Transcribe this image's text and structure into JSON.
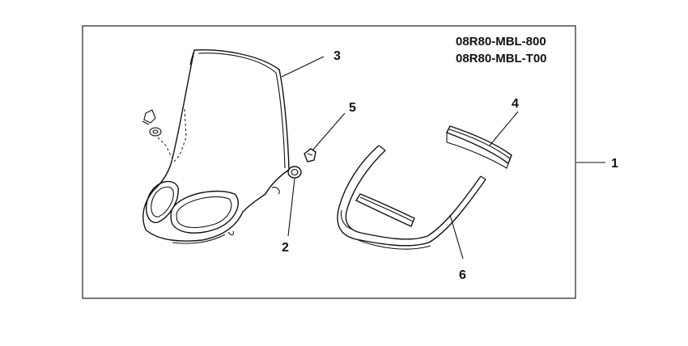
{
  "part_numbers": [
    "08R80-MBL-800",
    "08R80-MBL-T00"
  ],
  "callouts": {
    "c1": "1",
    "c2": "2",
    "c3": "3",
    "c4": "4",
    "c5": "5",
    "c6": "6"
  }
}
